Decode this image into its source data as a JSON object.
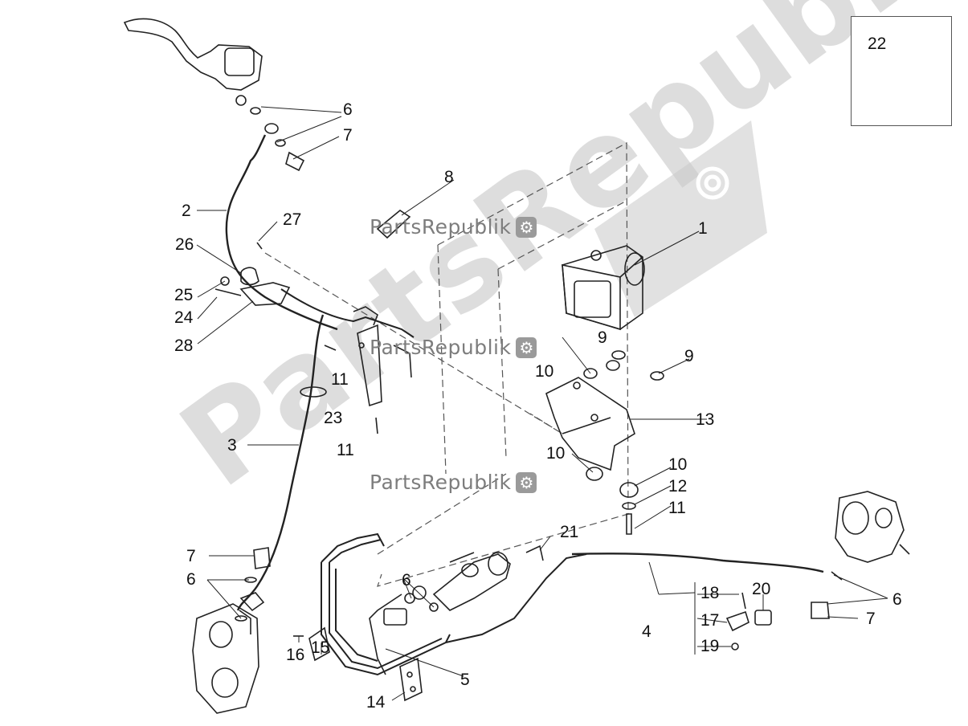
{
  "watermark": {
    "big_text": "PartsRepublik",
    "small_text": "PartsRepublik",
    "gear_glyph": "⚙"
  },
  "colors": {
    "line": "#222222",
    "watermark": "#9a9a9a"
  },
  "callouts": {
    "c1": "1",
    "c2": "2",
    "c3": "3",
    "c4": "4",
    "c5": "5",
    "c6_top": "6",
    "c6_left": "6",
    "c6_mid": "6",
    "c6_right": "6",
    "c7_top": "7",
    "c7_left": "7",
    "c7_right": "7",
    "c8": "8",
    "c9_a": "9",
    "c9_b": "9",
    "c10_a": "10",
    "c10_b": "10",
    "c10_c": "10",
    "c11_a": "11",
    "c11_b": "11",
    "c11_c": "11",
    "c12": "12",
    "c13": "13",
    "c14": "14",
    "c15": "15",
    "c16": "16",
    "c17": "17",
    "c18": "18",
    "c19": "19",
    "c20": "20",
    "c21": "21",
    "c22": "22",
    "c23": "23",
    "c24": "24",
    "c25": "25",
    "c26": "26",
    "c27": "27",
    "c28": "28"
  }
}
